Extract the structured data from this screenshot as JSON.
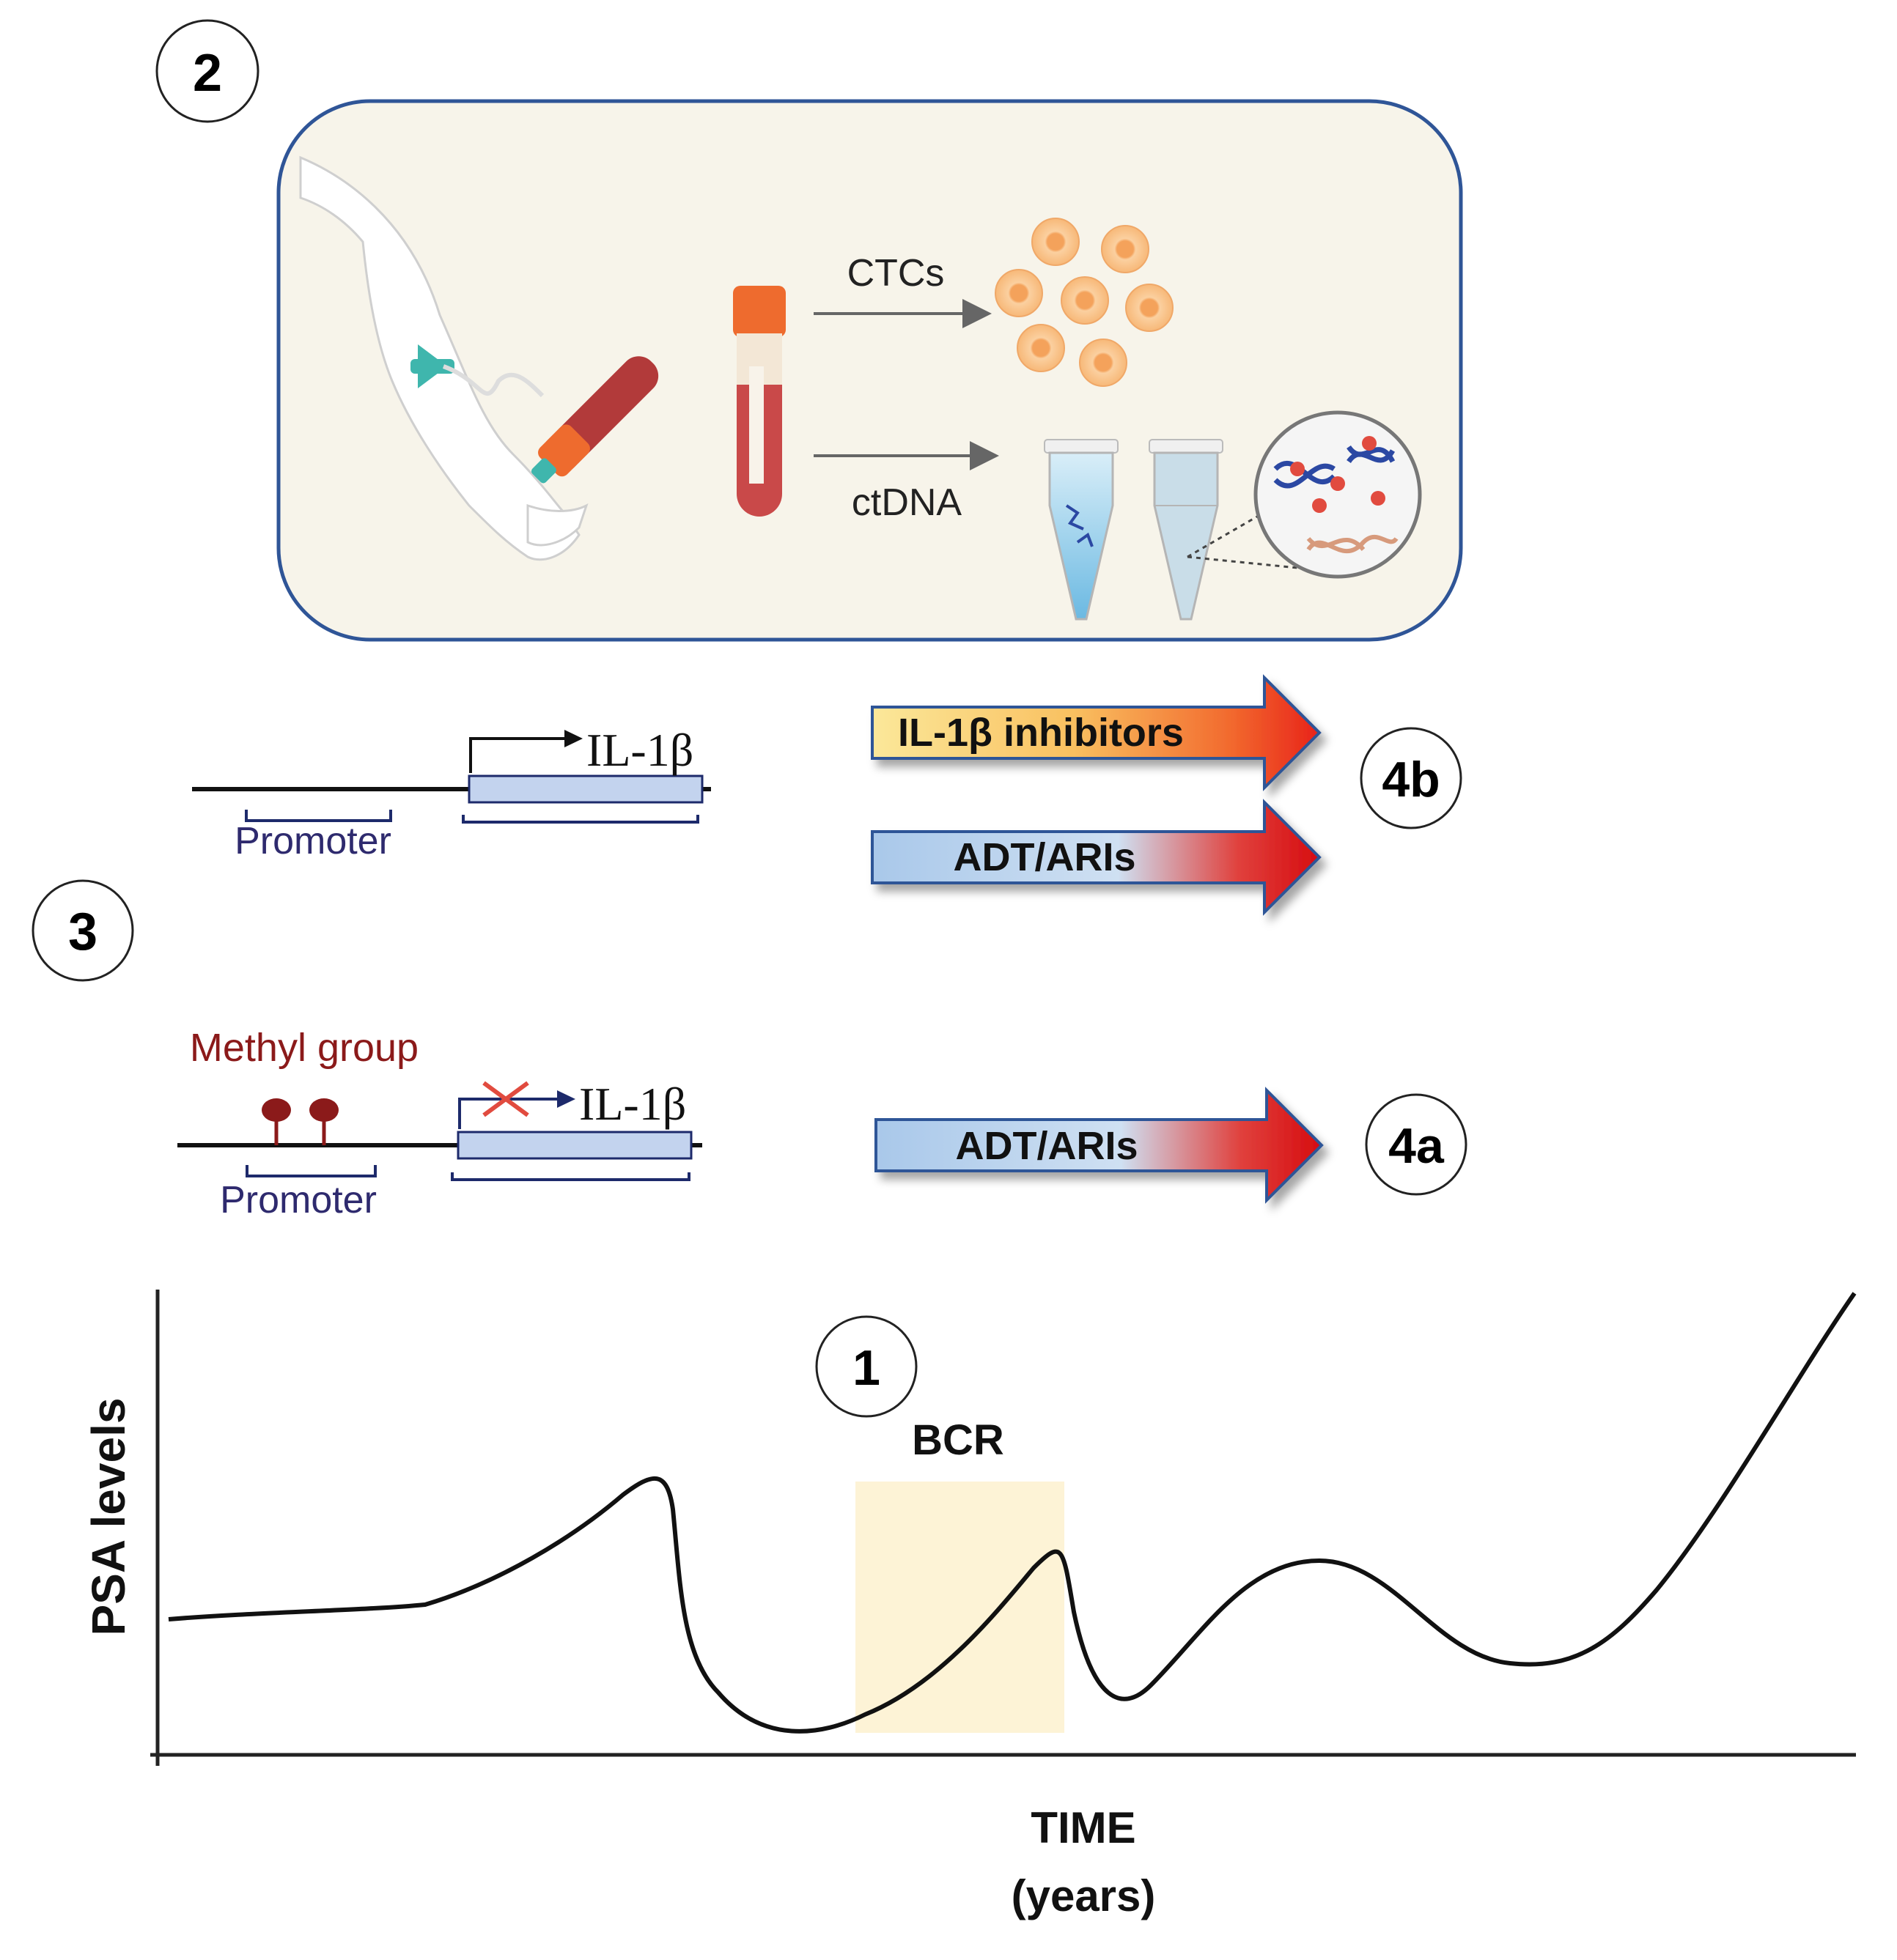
{
  "steps": {
    "step1": "1",
    "step2": "2",
    "step3": "3",
    "step4a": "4a",
    "step4b": "4b"
  },
  "liquid_biopsy": {
    "ctc_label": "CTCs",
    "ctdna_label": "ctDNA"
  },
  "gene_unmethylated": {
    "gene_label": "IL-1β",
    "promoter_label": "Promoter"
  },
  "gene_methylated": {
    "methyl_label": "Methyl group",
    "gene_label": "IL-1β",
    "promoter_label": "Promoter"
  },
  "therapies": {
    "il1b_inhibitors": "IL-1β inhibitors",
    "adt_aris_top": "ADT/ARIs",
    "adt_aris_bottom": "ADT/ARIs"
  },
  "psa_plot": {
    "ylabel": "PSA levels",
    "xlabel_line1": "TIME",
    "xlabel_line2": "(years)",
    "bcr_label": "BCR"
  },
  "colors": {
    "panel_fill": "#f7f4ea",
    "panel_border": "#2f5597",
    "arrow_border": "#2f5597",
    "methyl_color": "#8b1a1a",
    "promoter_color": "#2e2a6e",
    "bcr_fill": "#fdf3d6",
    "cell_fill": "#f9c48e",
    "tube_cap": "#ee6b2e",
    "blood": "#b23a3a"
  }
}
